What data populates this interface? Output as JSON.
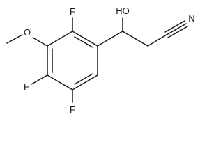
{
  "molecule": {
    "atoms": {
      "f_top": "F",
      "hydroxyl": "HO",
      "nitrile_n": "N",
      "methoxy_o": "O",
      "f_left": "F",
      "f_bottom": "F"
    }
  }
}
